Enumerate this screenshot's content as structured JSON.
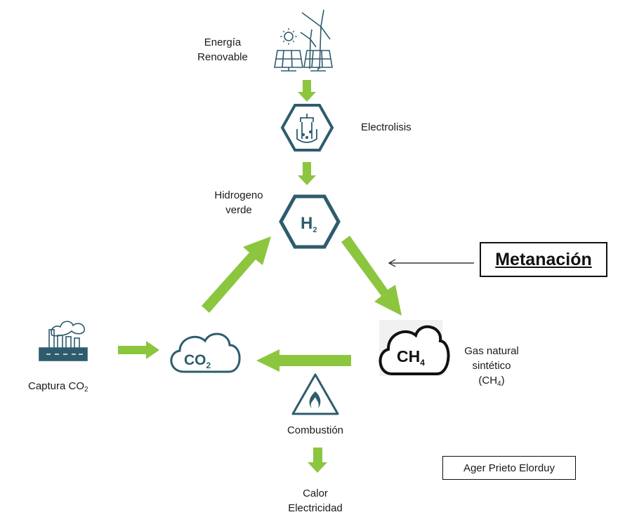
{
  "labels": {
    "renewable_line1": "Energía",
    "renewable_line2": "Renovable",
    "electrolysis": "Electrolisis",
    "hydrogen_line1": "Hidrogeno",
    "hydrogen_line2": "verde",
    "capture_prefix": "Captura CO",
    "capture_sub": "2",
    "gas_line1": "Gas natural",
    "gas_line2": "sintético",
    "gas_line3_prefix": "(CH",
    "gas_line3_sub": "4",
    "gas_line3_suffix": ")",
    "combustion": "Combustión",
    "output_line1": "Calor",
    "output_line2": "Electricidad"
  },
  "icons": {
    "h2_main": "H",
    "h2_sub": "2",
    "co2_main": "CO",
    "co2_sub": "2",
    "ch4_main": "CH",
    "ch4_sub": "4"
  },
  "callout": {
    "title": "Metanación"
  },
  "author": {
    "name": "Ager Prieto Elorduy"
  },
  "colors": {
    "arrow_green": "#8CC63F",
    "icon_teal": "#2E5C6E",
    "ch4_black": "#111111"
  }
}
